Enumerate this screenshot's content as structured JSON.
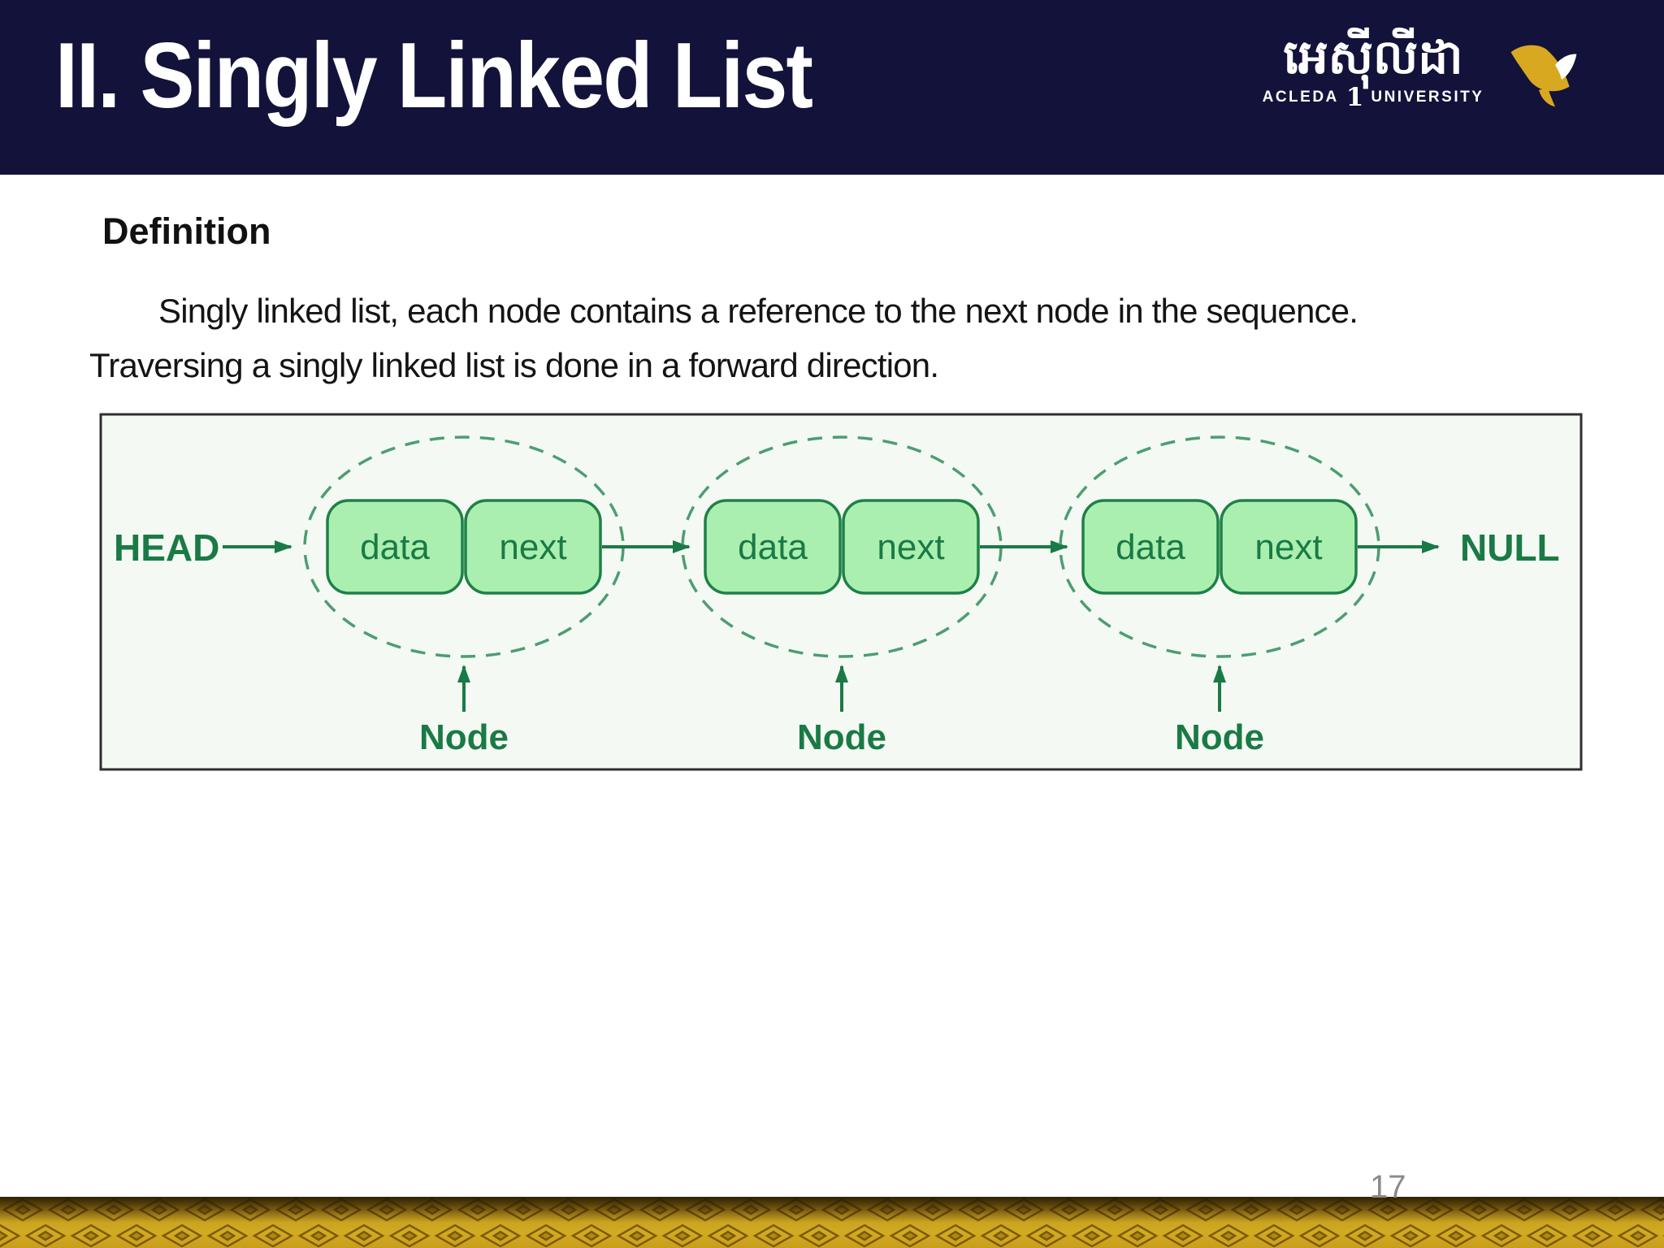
{
  "colors": {
    "header_bg": "#13123b",
    "title_text": "#ffffff",
    "brand_gold": "#d9a821",
    "green_dark": "#1a7a45",
    "green_dash": "#4d9d72",
    "node_fill": "#abefb0",
    "node_stroke": "#1f8048",
    "panel_bg": "#f4faf3",
    "panel_border": "#2f2f2f",
    "footer_gold": "#c9a227",
    "footer_motif": "#6e4c08",
    "page_number_gray": "#8a8a8a"
  },
  "header": {
    "title": "II. Singly Linked List",
    "logo": {
      "khmer": "អេស៊ីលីដា",
      "left": "ACLEDA",
      "numeral": "1",
      "right": "UNIVERSITY",
      "bird_icon": "acleda-bird"
    }
  },
  "content": {
    "heading": "Definition",
    "para": {
      "line1": "Singly linked list, each node contains a reference to the next node in the sequence.",
      "line2": "Traversing a singly linked list is done in a forward direction."
    }
  },
  "diagram": {
    "head": "HEAD",
    "null": "NULL",
    "caption": "Node",
    "nodes": [
      {
        "f1": "data",
        "f2": "next"
      },
      {
        "f1": "data",
        "f2": "next"
      },
      {
        "f1": "data",
        "f2": "next"
      }
    ]
  },
  "footer": {
    "page": "17"
  }
}
